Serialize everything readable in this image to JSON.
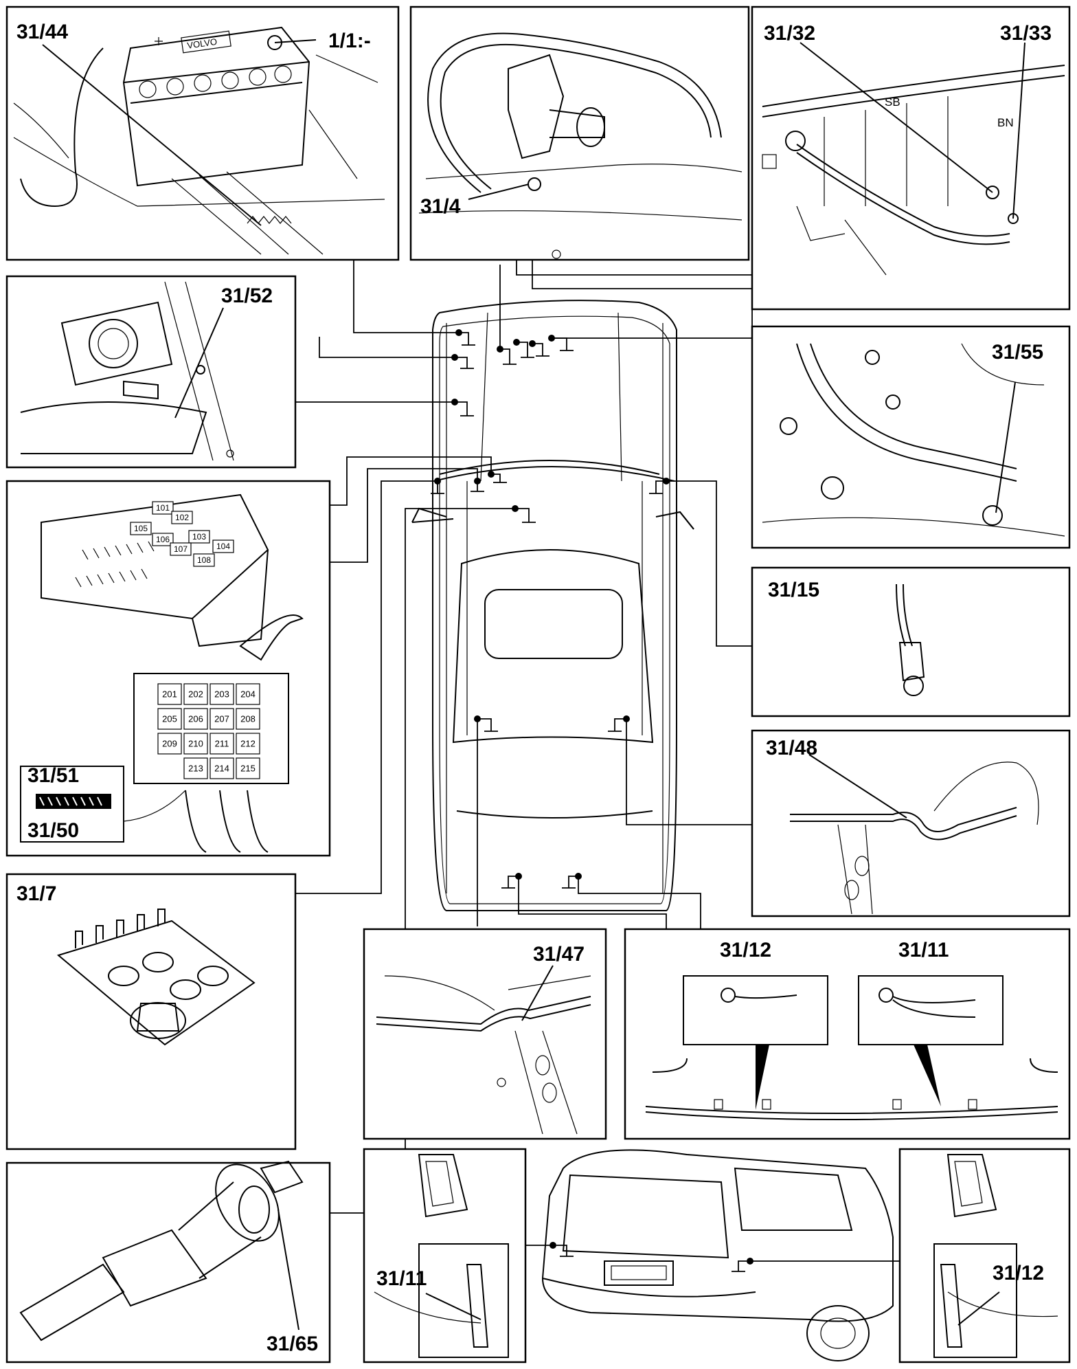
{
  "labels": {
    "p1_a": "31/44",
    "p1_b": "1/1:-",
    "p2": "31/4",
    "p3_a": "31/32",
    "p3_b": "31/33",
    "p3_sb": "SB",
    "p3_bn": "BN",
    "p4": "31/52",
    "p5": "31/55",
    "p6_a": "31/51",
    "p6_b": "31/50",
    "p7": "31/15",
    "p8": "31/48",
    "p9": "31/7",
    "p10": "31/47",
    "p11_a": "31/12",
    "p11_b": "31/11",
    "p12": "31/65",
    "p13": "31/11",
    "p14": "31/12"
  },
  "fuses_upper": [
    "101",
    "102",
    "105",
    "103",
    "106",
    "107",
    "104",
    "108"
  ],
  "fuses_lower": [
    "201",
    "202",
    "203",
    "204",
    "205",
    "206",
    "207",
    "208",
    "209",
    "210",
    "211",
    "212",
    "213",
    "214",
    "215"
  ],
  "battery_brand": "VOLVO",
  "colors": {
    "line": "#000000",
    "background": "#ffffff"
  }
}
